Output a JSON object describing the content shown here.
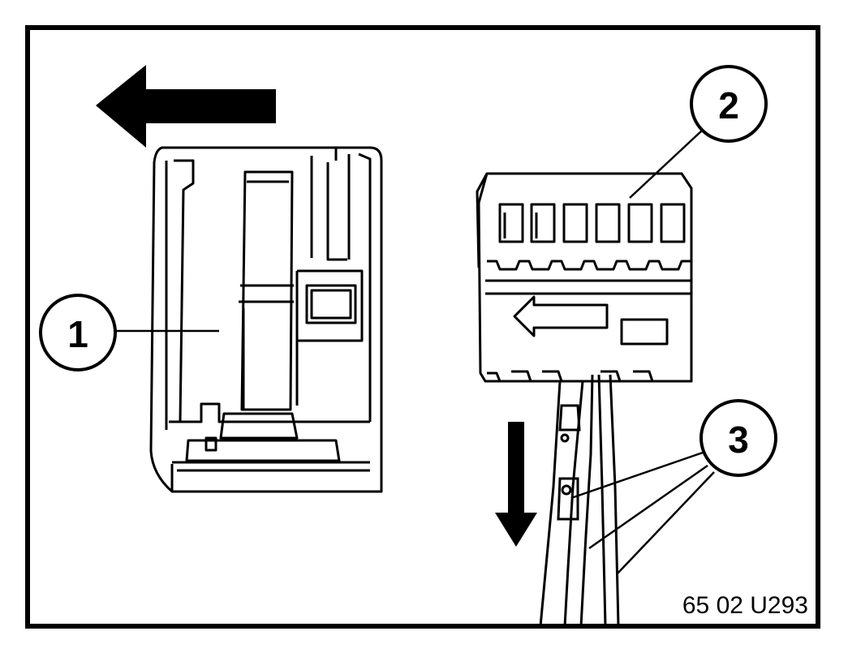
{
  "figure": {
    "drawing_ref": "65 02 U293",
    "callouts": [
      {
        "id": "callout-1",
        "label": "1"
      },
      {
        "id": "callout-2",
        "label": "2"
      },
      {
        "id": "callout-3",
        "label": "3"
      }
    ],
    "colors": {
      "line": "#000000",
      "background": "#ffffff"
    }
  }
}
